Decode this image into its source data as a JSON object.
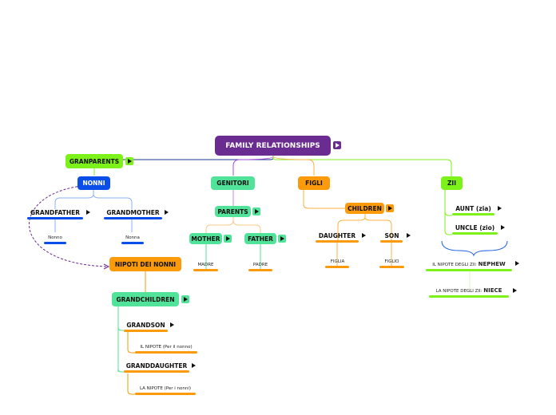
{
  "root": {
    "label": "FAMILY RELATIONSHIPS"
  },
  "branches": {
    "granparents": {
      "label": "GRANPARENTS",
      "nonni": "NONNI",
      "grandfather": "GRANDFATHER",
      "grandmother": "GRANDMOTHER",
      "nonno": "Nonno",
      "nonna": "Nonna",
      "nipoti": "NIPOTI DEI NONNI",
      "grandchildren": "GRANDCHILDREN",
      "grandson": "GRANDSON",
      "grandson_note": "IL NIPOTE (Per il nonno)",
      "granddaughter": "GRANDDAUGHTER",
      "granddaughter_note": "LA NIPOTE (Per i nonni)"
    },
    "genitori": {
      "label": "GENITORI",
      "parents": "PARENTS",
      "mother": "MOTHER",
      "father": "FATHER",
      "madre": "MADRE",
      "padre": "PADRE"
    },
    "figli": {
      "label": "FIGLI",
      "children": "CHILDREN",
      "daughter": "DAUGHTER",
      "son": "SON",
      "figlia": "FIGLIA",
      "figlio": "FIGLIO"
    },
    "zii": {
      "label": "ZII",
      "aunt": "AUNT (zia)",
      "uncle": "UNCLE (zio)",
      "nephew_prefix": "IL NIPOTE DEGLI ZII:",
      "nephew": "NEPHEW",
      "niece_prefix": "LA NIPOTE DEGLI ZII:",
      "niece": "NIECE"
    }
  },
  "colors": {
    "root": "#6b2c91",
    "lime": "#7cf21a",
    "blue": "#0a4de8",
    "mint": "#52e39a",
    "orange": "#fb9a0a"
  }
}
